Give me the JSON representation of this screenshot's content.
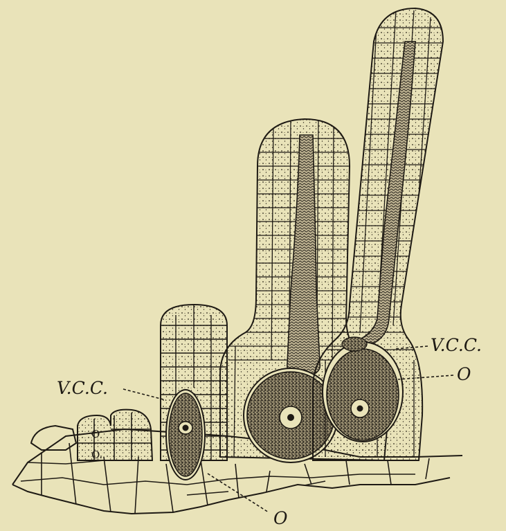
{
  "figure": {
    "background": "#e9e3b9",
    "ink": "#1e1a14",
    "structures": [
      "young-archegonium",
      "archegonium-with-neck",
      "mature-archegonium",
      "thallus-cells"
    ]
  },
  "labels": {
    "vcc_left": "V.C.C.",
    "o_bottom": "O",
    "vcc_right": "V.C.C.",
    "o_right": "O",
    "cell_o_1": "O",
    "cell_o_2": "O."
  }
}
